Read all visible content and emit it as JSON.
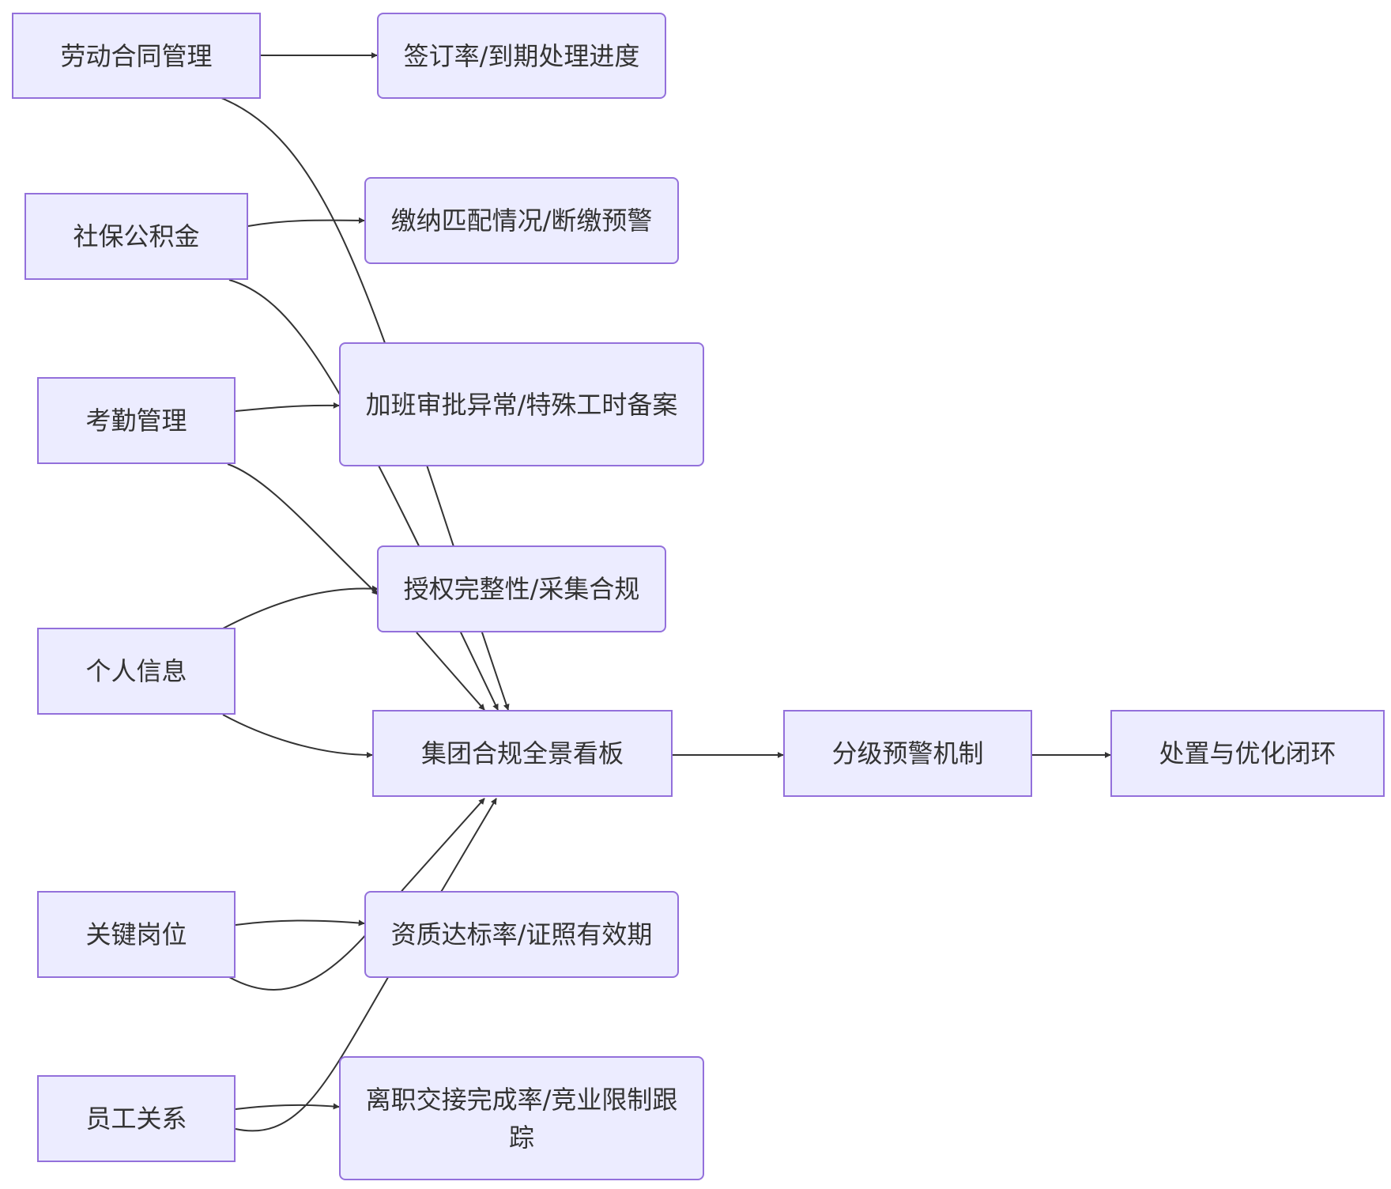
{
  "diagram": {
    "nodes": {
      "contract": "劳动合同管理",
      "social": "社保公积金",
      "attendance": "考勤管理",
      "personal": "个人信息",
      "keypos": "关键岗位",
      "relations": "员工关系",
      "sign_rate": "签订率/到期处理进度",
      "payment": "缴纳匹配情况/断缴预警",
      "overtime": "加班审批异常/特殊工时备案",
      "auth": "授权完整性/采集合规",
      "board": "集团合规全景看板",
      "qualify": "资质达标率/证照有效期",
      "leave": "离职交接完成率/竞业限制跟踪",
      "alert": "分级预警机制",
      "close": "处置与优化闭环"
    },
    "colors": {
      "node_fill": "#ececff",
      "node_border": "#9370db",
      "edge": "#333333",
      "text": "#333333"
    }
  }
}
